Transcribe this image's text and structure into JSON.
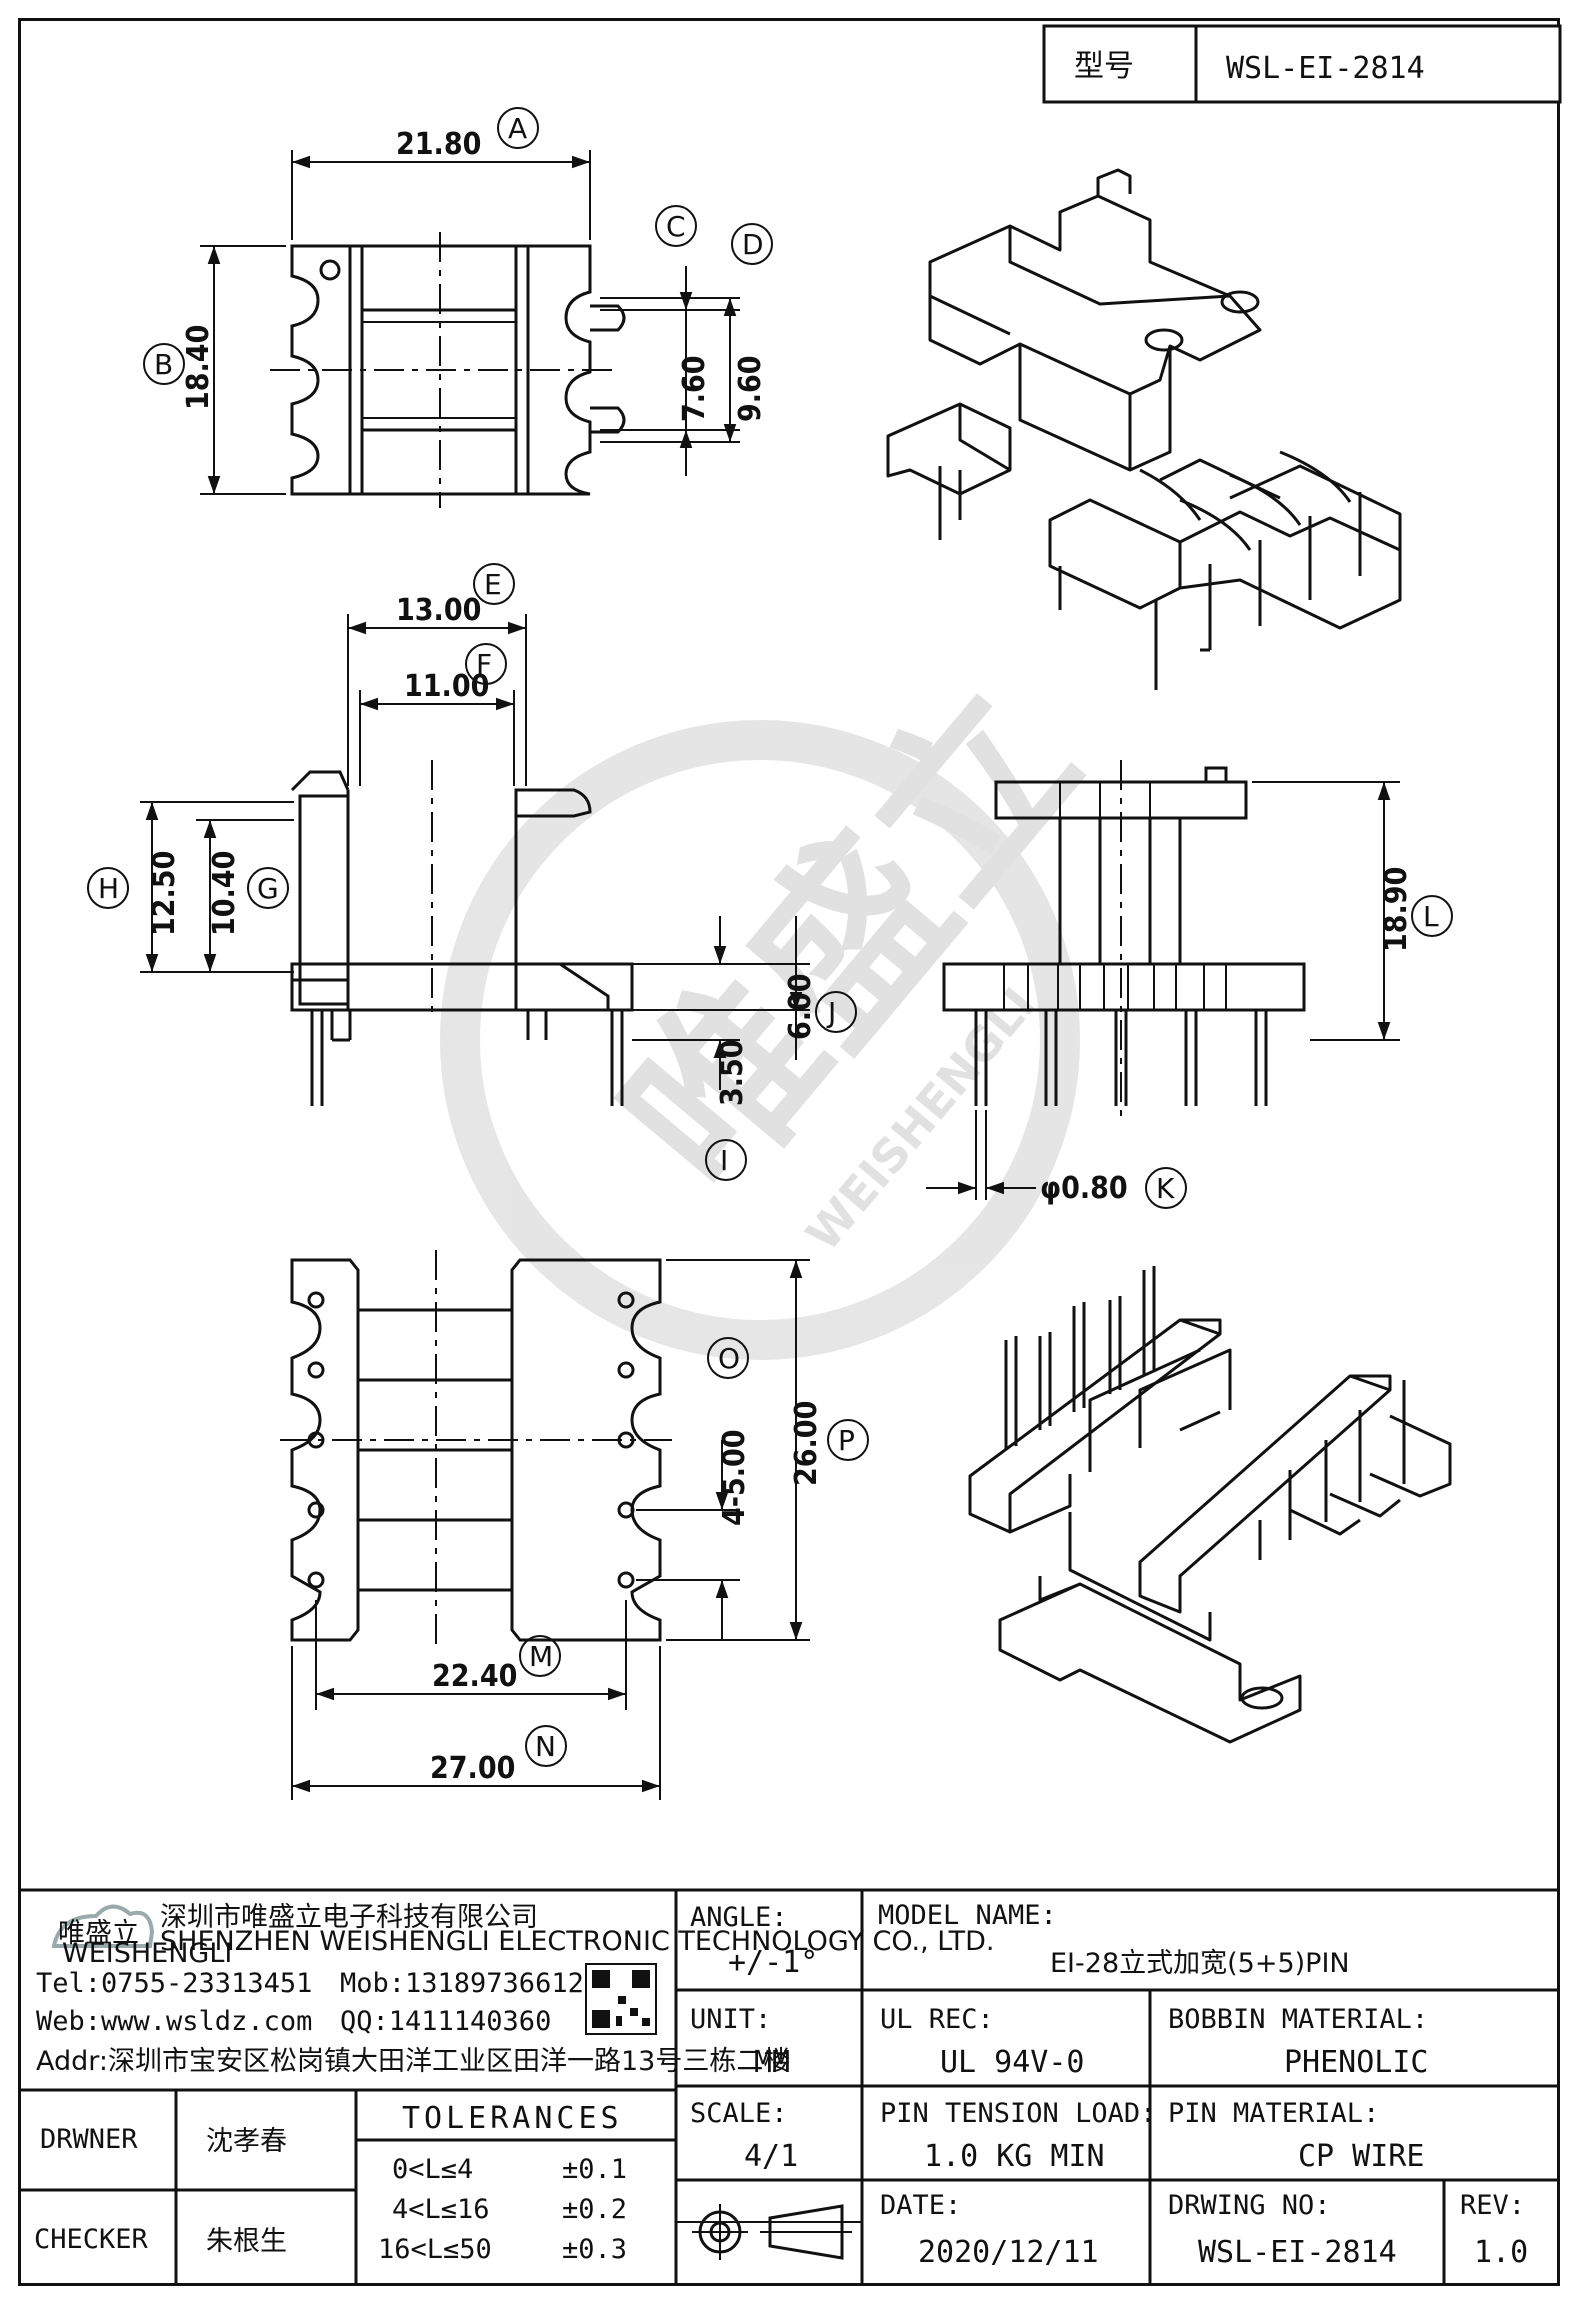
{
  "header": {
    "type_label": "型号",
    "part_number": "WSL-EI-2814"
  },
  "dimensions": {
    "A": "21.80",
    "B": "18.40",
    "C": "7.60",
    "D": "9.60",
    "E": "13.00",
    "F": "11.00",
    "G": "10.40",
    "H": "12.50",
    "I": "3.50",
    "J": "6.00",
    "K": "φ0.80",
    "L": "18.90",
    "M": "22.40",
    "N": "27.00",
    "O": "4-5.00",
    "P": "26.00"
  },
  "watermark": {
    "cn": "唯盛立",
    "en": "WEISHENGLI"
  },
  "company": {
    "logo_cn": "唯盛立",
    "logo_en": "WEISHENGLI",
    "name_cn": "深圳市唯盛立电子科技有限公司",
    "name_en": "SHENZHEN WEISHENGLI ELECTRONIC TECHNOLOGY CO., LTD.",
    "tel": "Tel:0755-23313451",
    "mob": "Mob:13189736612",
    "web": "Web:www.wsldz.com",
    "qq": "QQ:1411140360",
    "addr": "Addr:深圳市宝安区松岗镇大田洋工业区田洋一路13号三栋二楼"
  },
  "title_block": {
    "drawer_label": "DRWNER",
    "drawer": "沈孝春",
    "checker_label": "CHECKER",
    "checker": "朱根生",
    "tolerances_label": "TOLERANCES",
    "tolerances": [
      {
        "range": "0<L≤4",
        "tol": "±0.1"
      },
      {
        "range": "4<L≤16",
        "tol": "±0.2"
      },
      {
        "range": "16<L≤50",
        "tol": "±0.3"
      }
    ],
    "angle_label": "ANGLE:",
    "angle": "+/-1°",
    "unit_label": "UNIT:",
    "unit": "MM",
    "scale_label": "SCALE:",
    "scale": "4/1",
    "model_label": "MODEL NAME:",
    "model": "EI-28立式加宽(5+5)PIN",
    "ul_label": "UL REC:",
    "ul": "UL 94V-0",
    "bobbin_label": "BOBBIN MATERIAL:",
    "bobbin": "PHENOLIC",
    "pin_tension_label": "PIN TENSION LOAD:",
    "pin_tension": "1.0 KG MIN",
    "pin_material_label": "PIN MATERIAL:",
    "pin_material": "CP WIRE",
    "date_label": "DATE:",
    "date": "2020/12/11",
    "drawing_no_label": "DRWING NO:",
    "drawing_no": "WSL-EI-2814",
    "rev_label": "REV:",
    "rev": "1.0"
  }
}
